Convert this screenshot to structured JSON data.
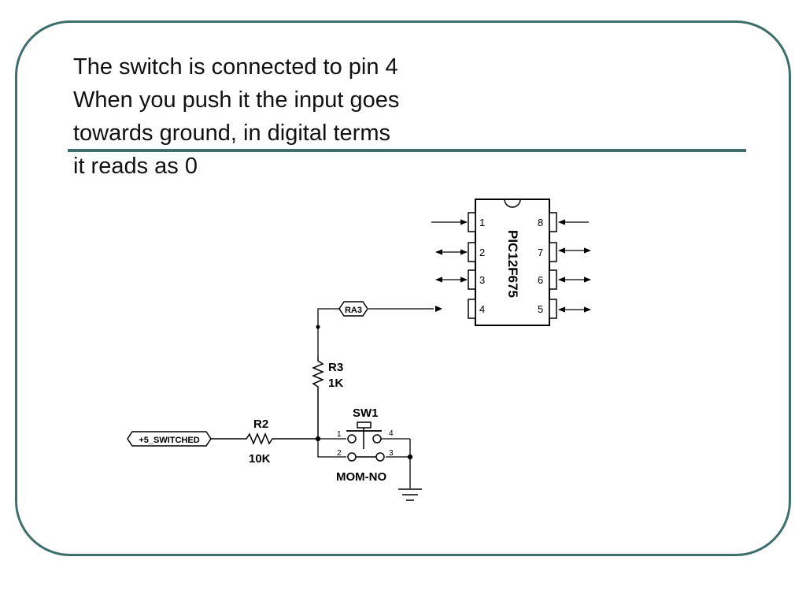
{
  "slide": {
    "frame_color": "#3f6f6c",
    "text_lines": [
      "The switch is connected to pin 4",
      "When you push it the input goes",
      "towards ground, in digital terms",
      "it reads as 0"
    ]
  },
  "schematic": {
    "chip": {
      "name": "PIC12F675",
      "pins_left": [
        "1",
        "2",
        "3",
        "4"
      ],
      "pins_right": [
        "8",
        "7",
        "6",
        "5"
      ]
    },
    "net_label": "RA3",
    "power_label": "+5_SWITCHED",
    "r3": {
      "name": "R3",
      "value": "1K"
    },
    "r2": {
      "name": "R2",
      "value": "10K"
    },
    "switch": {
      "name": "SW1",
      "type": "MOM-NO",
      "pins": [
        "1",
        "2",
        "3",
        "4"
      ]
    }
  }
}
